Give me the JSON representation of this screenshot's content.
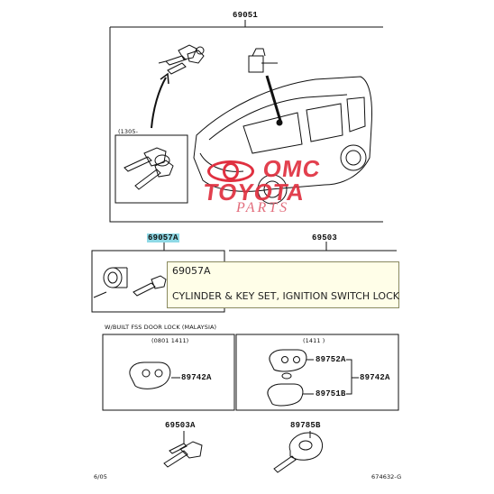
{
  "diagram": {
    "main_part_number": "69051",
    "date_code_left": "(1305-",
    "part_cylinder_key_set": "69057A",
    "part_right_box": "69503",
    "keyless_note": "W/BUILT FSS DOOR LOCK (MALAYSIA)",
    "date_range_left": "(0801 1411)",
    "date_range_right": "(1411       )",
    "part_transmitter_left": "89742A",
    "part_transmitter_case": "89752A",
    "part_transmitter_cover": "89751B",
    "part_transmitter_right": "89742A",
    "part_key_blank": "69503A",
    "part_key_remote": "89785B",
    "footer_left": "6/05",
    "footer_right": "674632-G"
  },
  "tooltip": {
    "code": "69057A",
    "description": "CYLINDER & KEY SET, IGNITION SWITCH LOCK"
  },
  "watermark": {
    "line1": "OMC",
    "line2": "TOYOTA",
    "line3": "PARTS",
    "color": "#e03040"
  }
}
